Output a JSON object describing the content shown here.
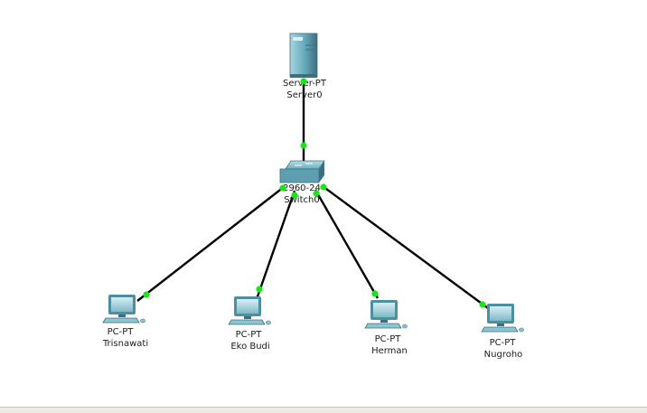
{
  "colors": {
    "link": "#000000",
    "port_up": "#19e619",
    "device_body": "#5d9fb0",
    "device_dark": "#3c7080",
    "device_light": "#a7d4df"
  },
  "devices": {
    "server": {
      "type_label": "Server-PT",
      "name_label": "Server0",
      "icon": "server-icon"
    },
    "switch": {
      "type_label": "2960-24",
      "name_label": "Switch0",
      "icon": "switch-icon"
    },
    "pcs": [
      {
        "type_label": "PC-PT",
        "name_label": "Trisnawati",
        "icon": "pc-icon"
      },
      {
        "type_label": "PC-PT",
        "name_label": "Eko Budi",
        "icon": "pc-icon"
      },
      {
        "type_label": "PC-PT",
        "name_label": "Herman",
        "icon": "pc-icon"
      },
      {
        "type_label": "PC-PT",
        "name_label": "Nugroho",
        "icon": "pc-icon"
      }
    ]
  }
}
